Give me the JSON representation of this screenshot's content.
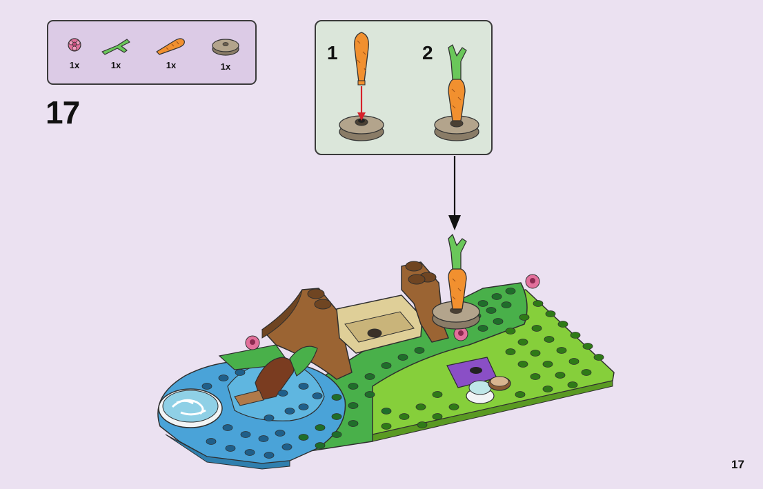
{
  "parts": [
    {
      "name": "pink-flower-plate",
      "qty": "1x"
    },
    {
      "name": "green-carrot-top",
      "qty": "1x"
    },
    {
      "name": "orange-carrot",
      "qty": "1x"
    },
    {
      "name": "tan-round-tile",
      "qty": "1x"
    }
  ],
  "step": "17",
  "substeps": [
    "1",
    "2"
  ],
  "page": "17",
  "colors": {
    "background": "#ebe1f1",
    "parts_panel": "#dccbe6",
    "substep_panel": "#dbe6da",
    "insert_arrow": "#d6222a"
  }
}
